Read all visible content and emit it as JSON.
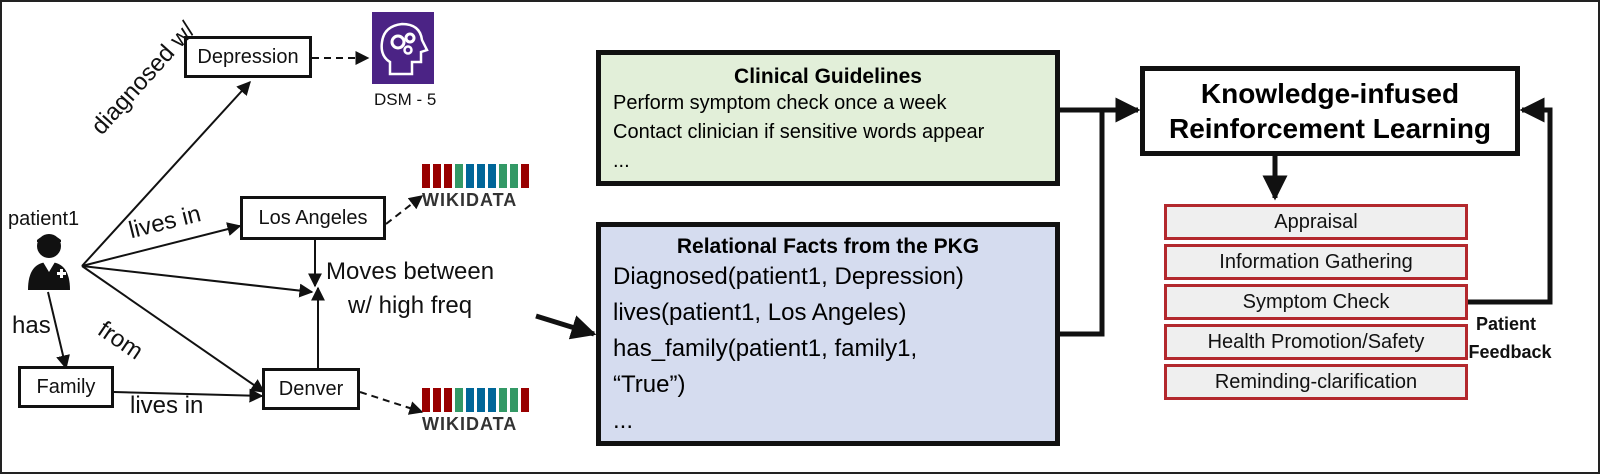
{
  "graph": {
    "patient_label": "patient1",
    "nodes": {
      "depression": "Depression",
      "los_angeles": "Los Angeles",
      "family": "Family",
      "denver": "Denver"
    },
    "edges": {
      "diagnosed_with": "diagnosed w/",
      "lives_in_la": "lives in",
      "from": "from",
      "has": "has",
      "family_lives_in": "lives in",
      "moves_between": [
        "Moves between",
        "w/ high freq"
      ]
    },
    "sources": {
      "dsm_label": "DSM - 5",
      "wikidata_top": "WIKIDATA",
      "wikidata_bottom": "WIKIDATA"
    }
  },
  "clinical_guidelines": {
    "title": "Clinical Guidelines",
    "lines": [
      "Perform symptom check once a week",
      "Contact clinician if sensitive words appear",
      "..."
    ]
  },
  "relational_facts": {
    "title": "Relational Facts from the PKG",
    "lines": [
      "Diagnosed(patient1, Depression)",
      "lives(patient1, Los Angeles)",
      "has_family(patient1, family1,",
      "“True”)",
      "..."
    ]
  },
  "kirl": {
    "title": [
      "Knowledge-infused",
      "Reinforcement Learning"
    ]
  },
  "steps": [
    "Appraisal",
    "Information Gathering",
    "Symptom Check",
    "Health Promotion/Safety",
    "Reminding-clarification"
  ],
  "feedback_label": [
    "Patient",
    "Feedback"
  ],
  "colors": {
    "guidelines_fill": "#e2efd9",
    "facts_fill": "#d5dcef",
    "step_border": "#b3282d",
    "dsm_icon": "#4b2385",
    "wikidata_bars": [
      "#990000",
      "#990000",
      "#339966",
      "#006699",
      "#006699",
      "#339966",
      "#339966",
      "#990000",
      "#339966",
      "#006699"
    ]
  }
}
